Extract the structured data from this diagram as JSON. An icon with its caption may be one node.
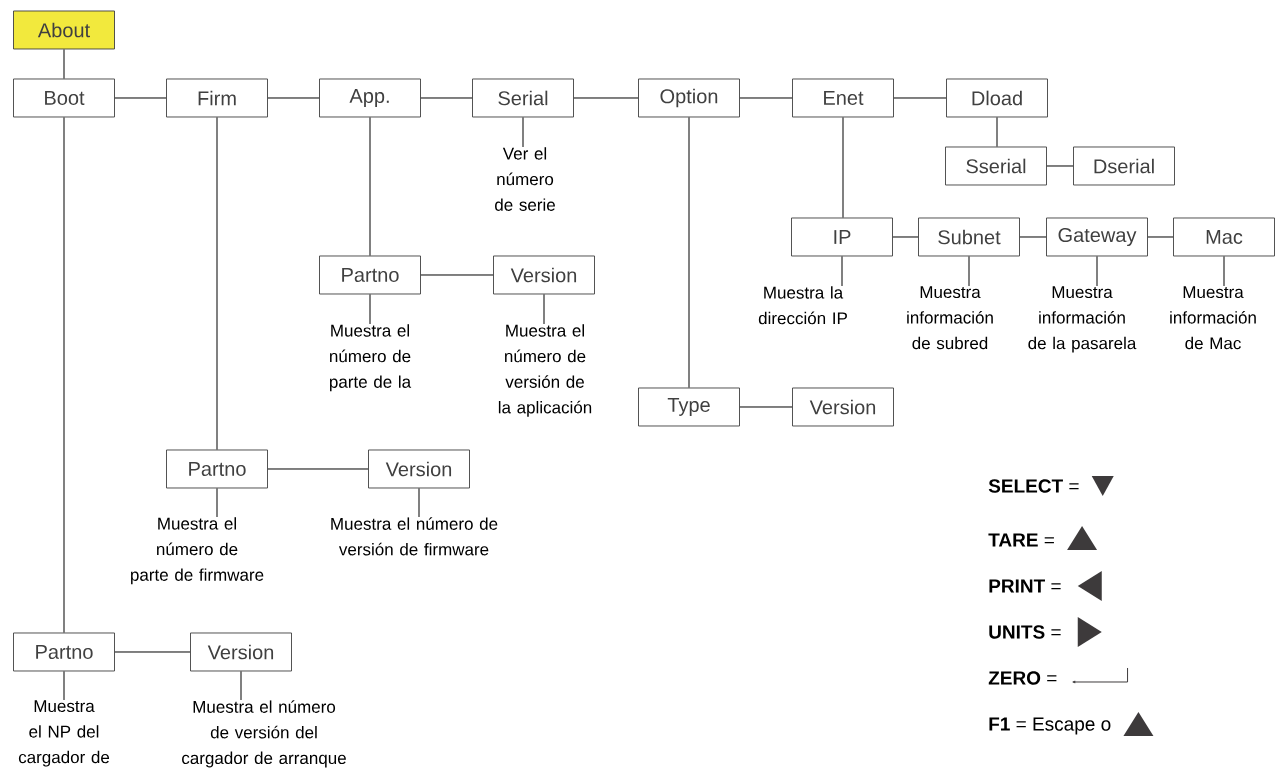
{
  "diagram": {
    "nodes": [
      {
        "text": [
          "About"
        ]
      },
      {
        "text": [
          "Boot"
        ]
      },
      {
        "text": [
          "Firm"
        ]
      },
      {
        "text": [
          "App."
        ]
      },
      {
        "text": [
          "Serial"
        ]
      },
      {
        "text": [
          "Option"
        ]
      },
      {
        "text": [
          "Enet"
        ]
      },
      {
        "text": [
          "Dload"
        ]
      },
      {
        "text": [
          "Ver el número de serie"
        ]
      },
      {
        "text": [
          "Sserial"
        ]
      },
      {
        "text": [
          "Dserial"
        ]
      },
      {
        "text": [
          "IP"
        ]
      },
      {
        "text": [
          "Subnet"
        ]
      },
      {
        "text": [
          "Gateway"
        ]
      },
      {
        "text": [
          "Mac"
        ]
      },
      {
        "text": [
          "Partno"
        ]
      },
      {
        "text": [
          "Version"
        ]
      },
      {
        "text": [
          "Muestra la dirección IP"
        ]
      },
      {
        "text": [
          "Muestra información de subred"
        ]
      },
      {
        "text": [
          "Muestra información de la pasarela"
        ]
      },
      {
        "text": [
          "Muestra información de Mac"
        ]
      },
      {
        "text": [
          "Muestra el número de parte de la"
        ]
      },
      {
        "text": [
          "Muestra el número de versión de la aplicación"
        ]
      },
      {
        "text": [
          "Type"
        ]
      },
      {
        "text": [
          "Version"
        ]
      },
      {
        "text": [
          "Partno"
        ]
      },
      {
        "text": [
          "Version"
        ]
      },
      {
        "text": [
          "Muestra el número de parte de firmware"
        ]
      },
      {
        "text": [
          "Muestra el número de versión de firmware"
        ]
      },
      {
        "text": [
          "Partno"
        ]
      },
      {
        "text": [
          "Version"
        ]
      },
      {
        "text": [
          "Muestra el NP del cargador de"
        ]
      },
      {
        "text": [
          "Muestra el número de versión del cargador de arranque"
        ]
      }
    ],
    "edges": [
      {
        "from": 0,
        "to": 1,
        "arrow": "none"
      },
      {
        "from": 1,
        "to": 2,
        "arrow": "none"
      },
      {
        "from": 2,
        "to": 3,
        "arrow": "none"
      },
      {
        "from": 3,
        "to": 4,
        "arrow": "none"
      },
      {
        "from": 4,
        "to": 5,
        "arrow": "none"
      },
      {
        "from": 5,
        "to": 6,
        "arrow": "none"
      },
      {
        "from": 6,
        "to": 7,
        "arrow": "none"
      },
      {
        "from": 4,
        "to": 8,
        "arrow": "none"
      },
      {
        "from": 7,
        "to": 9,
        "arrow": "none"
      },
      {
        "from": 9,
        "to": 10,
        "arrow": "none"
      },
      {
        "from": 6,
        "to": 11,
        "arrow": "none"
      },
      {
        "from": 11,
        "to": 12,
        "arrow": "none"
      },
      {
        "from": 12,
        "to": 13,
        "arrow": "none"
      },
      {
        "from": 13,
        "to": 14,
        "arrow": "none"
      },
      {
        "from": 3,
        "to": 15,
        "arrow": "none"
      },
      {
        "from": 15,
        "to": 16,
        "arrow": "none"
      },
      {
        "from": 11,
        "to": 17,
        "arrow": "none"
      },
      {
        "from": 12,
        "to": 18,
        "arrow": "none"
      },
      {
        "from": 13,
        "to": 19,
        "arrow": "none"
      },
      {
        "from": 14,
        "to": 20,
        "arrow": "none"
      },
      {
        "from": 15,
        "to": 21,
        "arrow": "none"
      },
      {
        "from": 16,
        "to": 22,
        "arrow": "none"
      },
      {
        "from": 5,
        "to": 23,
        "arrow": "none"
      },
      {
        "from": 23,
        "to": 24,
        "arrow": "none"
      },
      {
        "from": 2,
        "to": 25,
        "arrow": "none"
      },
      {
        "from": 25,
        "to": 26,
        "arrow": "none"
      },
      {
        "from": 25,
        "to": 27,
        "arrow": "none"
      },
      {
        "from": 26,
        "to": 28,
        "arrow": "none"
      },
      {
        "from": 1,
        "to": 29,
        "arrow": "none"
      },
      {
        "from": 29,
        "to": 30,
        "arrow": "none"
      },
      {
        "from": 29,
        "to": 31,
        "arrow": "none"
      },
      {
        "from": 30,
        "to": 32,
        "arrow": "none"
      }
    ],
    "labels": [
      "**SELECT** =",
      "**TARE** =",
      "**PRINT** =",
      "**UNITS** =",
      "**ZERO** =",
      "**F1** = Escape o"
    ]
  }
}
